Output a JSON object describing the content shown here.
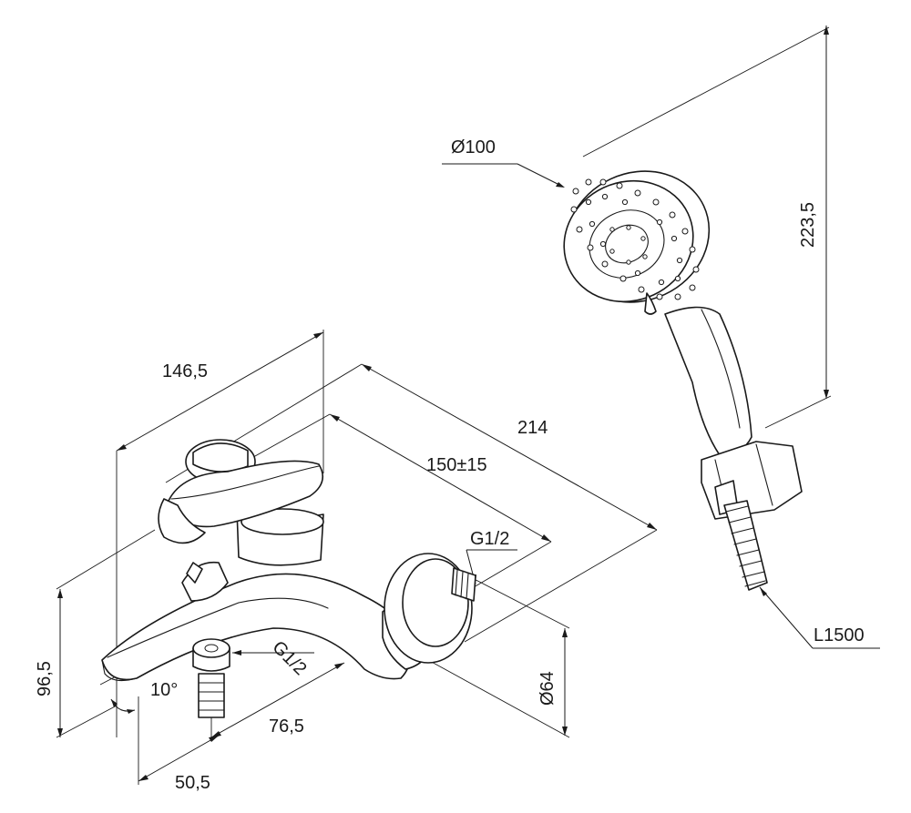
{
  "dimensions": {
    "width_body": "146,5",
    "depth_total": "214",
    "center_distance": "150±15",
    "height_body": "96,5",
    "spout_to_outlet": "76,5",
    "outlet_offset": "50,5",
    "spout_angle": "10°",
    "inlet_thread": "G1/2",
    "outlet_thread": "G1/2",
    "flange_diameter": "Ø64",
    "showerhead_diameter": "Ø100",
    "shower_height": "223,5",
    "hose_length": "L1500"
  }
}
